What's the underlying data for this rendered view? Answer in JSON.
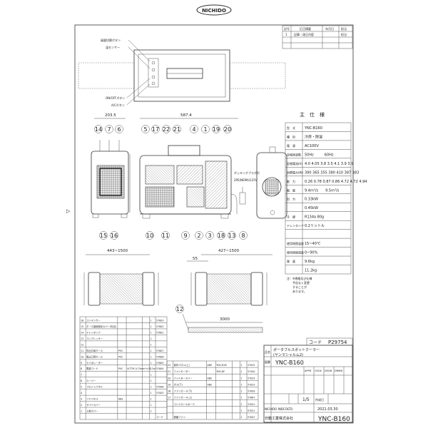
{
  "logo": "NICHIDO",
  "revision_table": {
    "headers": [
      "記号",
      "訂正摘要",
      "年月日",
      "担当"
    ],
    "rows": [
      [
        "1",
        "記事・改正内容",
        "",
        "担当"
      ]
    ]
  },
  "callouts": {
    "exhaust_switch": "風量切替ボタン",
    "temp_sensor": "温センサー",
    "onoff": "ON/OFFボタン",
    "ac": "A/Cボタン"
  },
  "dimensions": {
    "d1": "203.5",
    "d2": "587.4",
    "d3": "443~1500",
    "d4": "427~1500",
    "d5": "55",
    "d6": "3000"
  },
  "balloons_top": [
    "14",
    "7",
    "6",
    "5",
    "17",
    "22",
    "21",
    "4",
    "1",
    "19",
    "20"
  ],
  "balloons_bottom": [
    "15",
    "16",
    "10",
    "11",
    "9",
    "2",
    "3",
    "18",
    "13",
    "8"
  ],
  "balloon_12": "12",
  "plug_note": [
    "ボッキングプラグ付",
    "2PE(NEMA)125V"
  ],
  "spec_title": "主　仕　様",
  "specs": [
    {
      "k": "型　式",
      "v": "YNC-B160"
    },
    {
      "k": "種　別",
      "v": "冷房・除湿"
    },
    {
      "k": "電　源",
      "v": "AC100V"
    },
    {
      "k": "定格周波数",
      "v": "50Hz　　　60Hz"
    },
    {
      "k": "定格電流(A)",
      "v": "4.0 4.05 3.8 3.5 4.1 3.9 3.9"
    },
    {
      "k": "消費電力(W)",
      "v": "390 365 355 380 410 387 383"
    },
    {
      "k": "能　力",
      "v": "0.26 0.78 0.87 0.86 4.72 4.72 4.94"
    },
    {
      "k": "風　量",
      "v": "9.4m³/s　　9.5m³/s"
    },
    {
      "k": "出　力",
      "v": "0.33kW"
    },
    {
      "k": "",
      "v": "0.45kW"
    },
    {
      "k": "冷　媒",
      "v": "R134a 80g"
    },
    {
      "k": "ドレンタンク",
      "v": "0.2リットル"
    },
    {
      "k": "",
      "v": ""
    },
    {
      "k": "使用周囲温度",
      "v": "15~40℃"
    },
    {
      "k": "使用周囲湿度",
      "v": "0~90%"
    },
    {
      "k": "質　量",
      "v": "9.6kg"
    },
    {
      "k": "",
      "v": "11.2kg"
    }
  ],
  "notes": [
    "注：※規格及び仕様",
    "　　予告なく変更",
    "　　することが",
    "　　あります。"
  ],
  "code_label": "コード",
  "code_value": "P29754",
  "title_block": {
    "name_label": "品名",
    "name": "ポータブルスポットクーラー",
    "name2": "(ヤンマシャルム2)",
    "model_label": "図番",
    "model": "YNC-B160",
    "scale": "1/5",
    "date_label": "作成日",
    "date": "2021.03.30",
    "company": "日動工業株式会社",
    "company_en": "NICHIDO INDCOLTD",
    "drawing_no": "YNC-B160",
    "approve": [
      "APPD",
      "CHCK",
      "DSGN",
      "DRWN"
    ]
  },
  "parts_left": [
    [
      "16",
      "コンデンサー",
      "",
      "",
      "",
      "1",
      "57603"
    ],
    [
      "15",
      "ホース接続部化カバー(吹出)",
      "",
      "",
      "",
      "1",
      "57602"
    ],
    [
      "14",
      "ドレンタンク",
      "",
      "",
      "",
      "1",
      "57601"
    ],
    [
      "13",
      "コンプレッサー",
      "",
      "",
      "",
      "1",
      ""
    ],
    [
      "12",
      "",
      "",
      "",
      "",
      "1",
      ""
    ],
    [
      "11",
      "吹出口用ホース",
      "PVC",
      "",
      "",
      "1",
      "57607"
    ],
    [
      "10",
      "吸込口用ホース",
      "PVC",
      "",
      "",
      "1",
      "57606"
    ],
    [
      "9",
      "エバポレーター",
      "",
      "",
      "",
      "1",
      "57605"
    ],
    [
      "8",
      "電源コード",
      "PVC",
      "VCTFK 0.75mm²×3C 2m",
      "",
      "1",
      "57604"
    ],
    [
      "7",
      "",
      "",
      "",
      "",
      "1",
      ""
    ],
    [
      "6",
      "ルーバー",
      "",
      "",
      "",
      "1",
      ""
    ],
    [
      "5",
      "フロントパネル",
      "",
      "",
      "",
      "1",
      "57008"
    ],
    [
      "4",
      "",
      "",
      "",
      "",
      "1",
      "57003"
    ],
    [
      "3",
      "リヤパネル",
      "ABS",
      "",
      "",
      "1",
      ""
    ],
    [
      "2",
      "サイドカバー",
      "",
      "",
      "",
      "1",
      ""
    ],
    [
      "1",
      "上部カバー",
      "",
      "",
      "",
      "1",
      ""
    ],
    [
      "",
      "",
      "",
      "",
      "",
      "",
      "コード"
    ]
  ],
  "parts_right": [
    [
      "22",
      "操作パネル(上)",
      "ABS",
      "YNC-B16",
      "",
      "1",
      "57025"
    ],
    [
      "21",
      "ファンモーター",
      "",
      "YNC-BF",
      "",
      "1",
      "57440"
    ],
    [
      "20",
      "フィルターカバー",
      "ABS",
      "",
      "",
      "1",
      "57024"
    ],
    [
      "19",
      "ボス(下)",
      "ABS",
      "",
      "",
      "1",
      "57023"
    ],
    [
      "18",
      "ファンガード(下)",
      "",
      "",
      "",
      "1",
      "57009"
    ],
    [
      "17",
      "ファンガード(上)",
      "",
      "",
      "",
      "1",
      "57667"
    ],
    [
      "",
      "コントロールボード",
      "",
      "",
      "",
      "1",
      "57021"
    ],
    [
      "",
      "",
      "",
      "",
      "",
      "1",
      "57021"
    ],
    [
      "",
      "凝縮ファン",
      "",
      "",
      "",
      "1",
      "57007"
    ]
  ],
  "margin_mark": "▷"
}
